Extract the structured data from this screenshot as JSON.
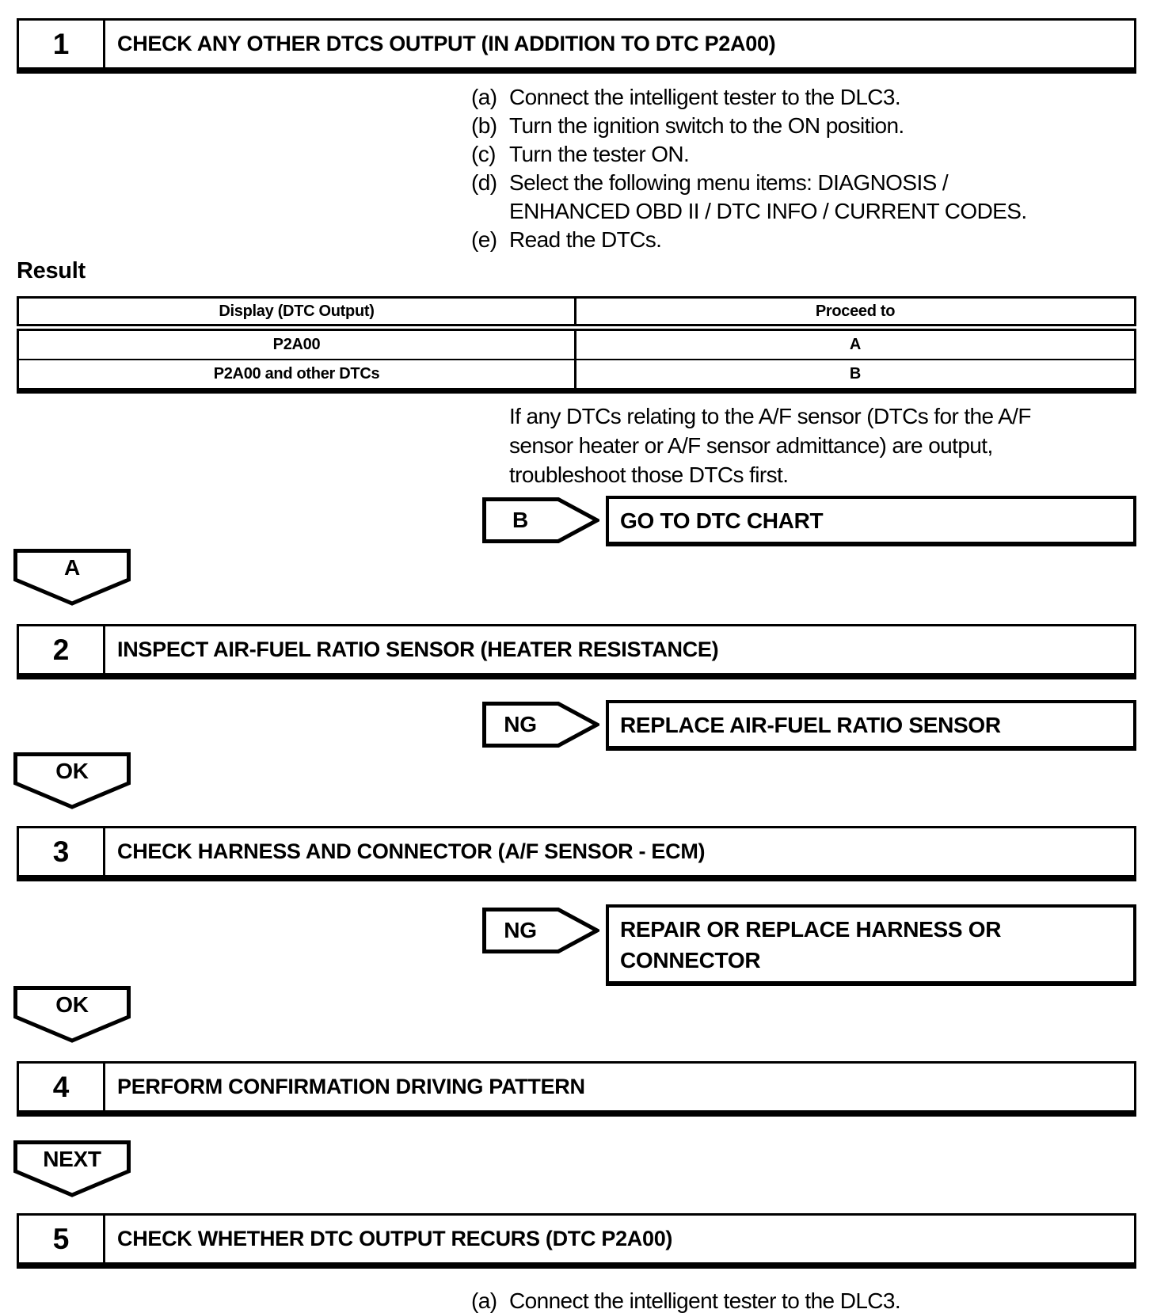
{
  "page": {
    "background": "#ffffff",
    "ink": "#000000"
  },
  "steps": [
    {
      "number": "1",
      "title": "CHECK ANY OTHER DTCS OUTPUT (IN ADDITION TO DTC P2A00)"
    },
    {
      "number": "2",
      "title": "INSPECT AIR-FUEL RATIO SENSOR (HEATER RESISTANCE)"
    },
    {
      "number": "3",
      "title": "CHECK HARNESS AND CONNECTOR (A/F SENSOR - ECM)"
    },
    {
      "number": "4",
      "title": "PERFORM CONFIRMATION DRIVING PATTERN"
    },
    {
      "number": "5",
      "title": "CHECK WHETHER DTC OUTPUT RECURS (DTC P2A00)"
    }
  ],
  "step1_instructions": [
    {
      "marker": "(a)",
      "text": "Connect the intelligent tester to the DLC3."
    },
    {
      "marker": "(b)",
      "text": "Turn the ignition switch to the ON position."
    },
    {
      "marker": "(c)",
      "text": "Turn the tester ON."
    },
    {
      "marker": "(d)",
      "text": "Select the following menu items: DIAGNOSIS /",
      "text2": "ENHANCED OBD II / DTC INFO / CURRENT CODES."
    },
    {
      "marker": "(e)",
      "text": "Read the DTCs."
    }
  ],
  "result": {
    "heading": "Result",
    "table": {
      "headers": [
        "Display (DTC Output)",
        "Proceed to"
      ],
      "rows": [
        [
          "P2A00",
          "A"
        ],
        [
          "P2A00 and other DTCs",
          "B"
        ]
      ]
    },
    "note_line1": "If any DTCs relating to the A/F sensor (DTCs for the A/F",
    "note_line2": "sensor heater or A/F sensor admittance) are output,",
    "note_line3": "troubleshoot those DTCs first."
  },
  "connectors": {
    "b_label": "B",
    "a_label": "A",
    "ng_label": "NG",
    "ok_label": "OK",
    "next_label": "NEXT"
  },
  "actions": {
    "go_to_dtc_chart": "GO TO DTC CHART",
    "replace_sensor": "REPLACE AIR-FUEL RATIO SENSOR",
    "repair_line1": "REPAIR OR REPLACE HARNESS OR",
    "repair_line2": "CONNECTOR"
  },
  "step5_instructions": [
    {
      "marker": "(a)",
      "text": "Connect the intelligent tester to the DLC3."
    }
  ]
}
